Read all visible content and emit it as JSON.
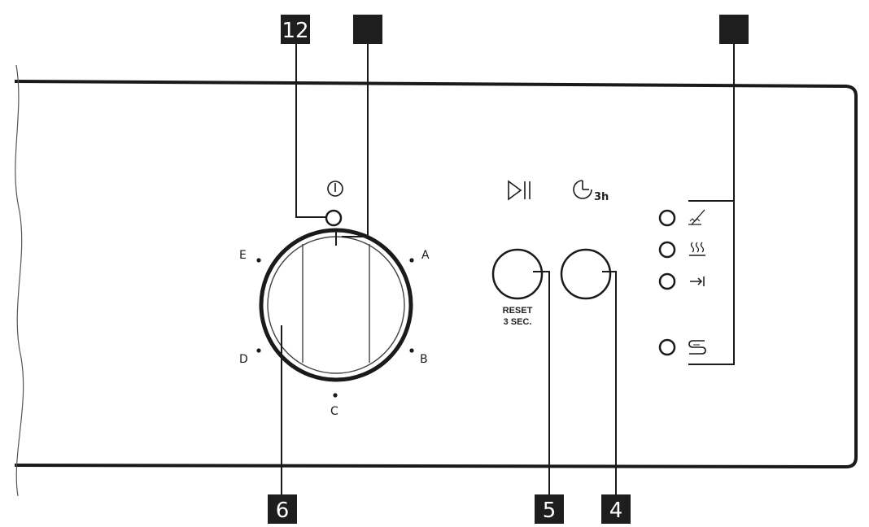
{
  "callouts": {
    "c12": "12",
    "c_top_mid": "",
    "c_top_right": "",
    "c6": "6",
    "c5": "5",
    "c4": "4"
  },
  "dial": {
    "positions": [
      "A",
      "B",
      "C",
      "D",
      "E"
    ]
  },
  "buttons": {
    "reset_caption_line1": "RESET",
    "reset_caption_line2": "3 SEC.",
    "delay_symbol_text": "3h"
  },
  "icons": {
    "power": "power-icon",
    "start_pause": "play-pause-icon",
    "delay": "delay-timer-icon",
    "rinse_aid": "rinse-aid-icon",
    "heat_dry": "heat-dry-icon",
    "end": "end-of-cycle-icon",
    "salt": "salt-icon"
  },
  "colors": {
    "line": "#1a1a1a",
    "callout_bg": "#1e1e1e",
    "callout_text": "#ffffff"
  }
}
